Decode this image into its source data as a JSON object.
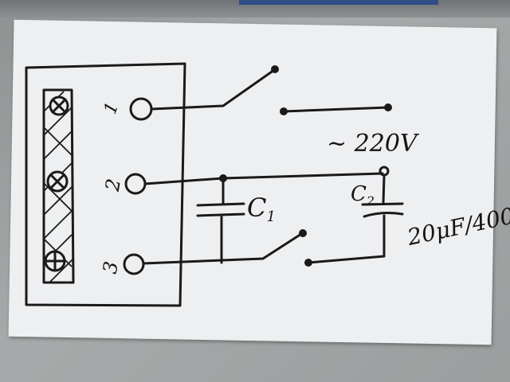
{
  "diagram": {
    "terminals": [
      {
        "label": "1"
      },
      {
        "label": "2"
      },
      {
        "label": "3"
      }
    ],
    "capacitor_c1": {
      "label": "C",
      "sub": "1"
    },
    "capacitor_c2": {
      "label": "C",
      "sub": "2"
    },
    "c2_value": "20μF/400",
    "supply_voltage": "~ 220V"
  }
}
